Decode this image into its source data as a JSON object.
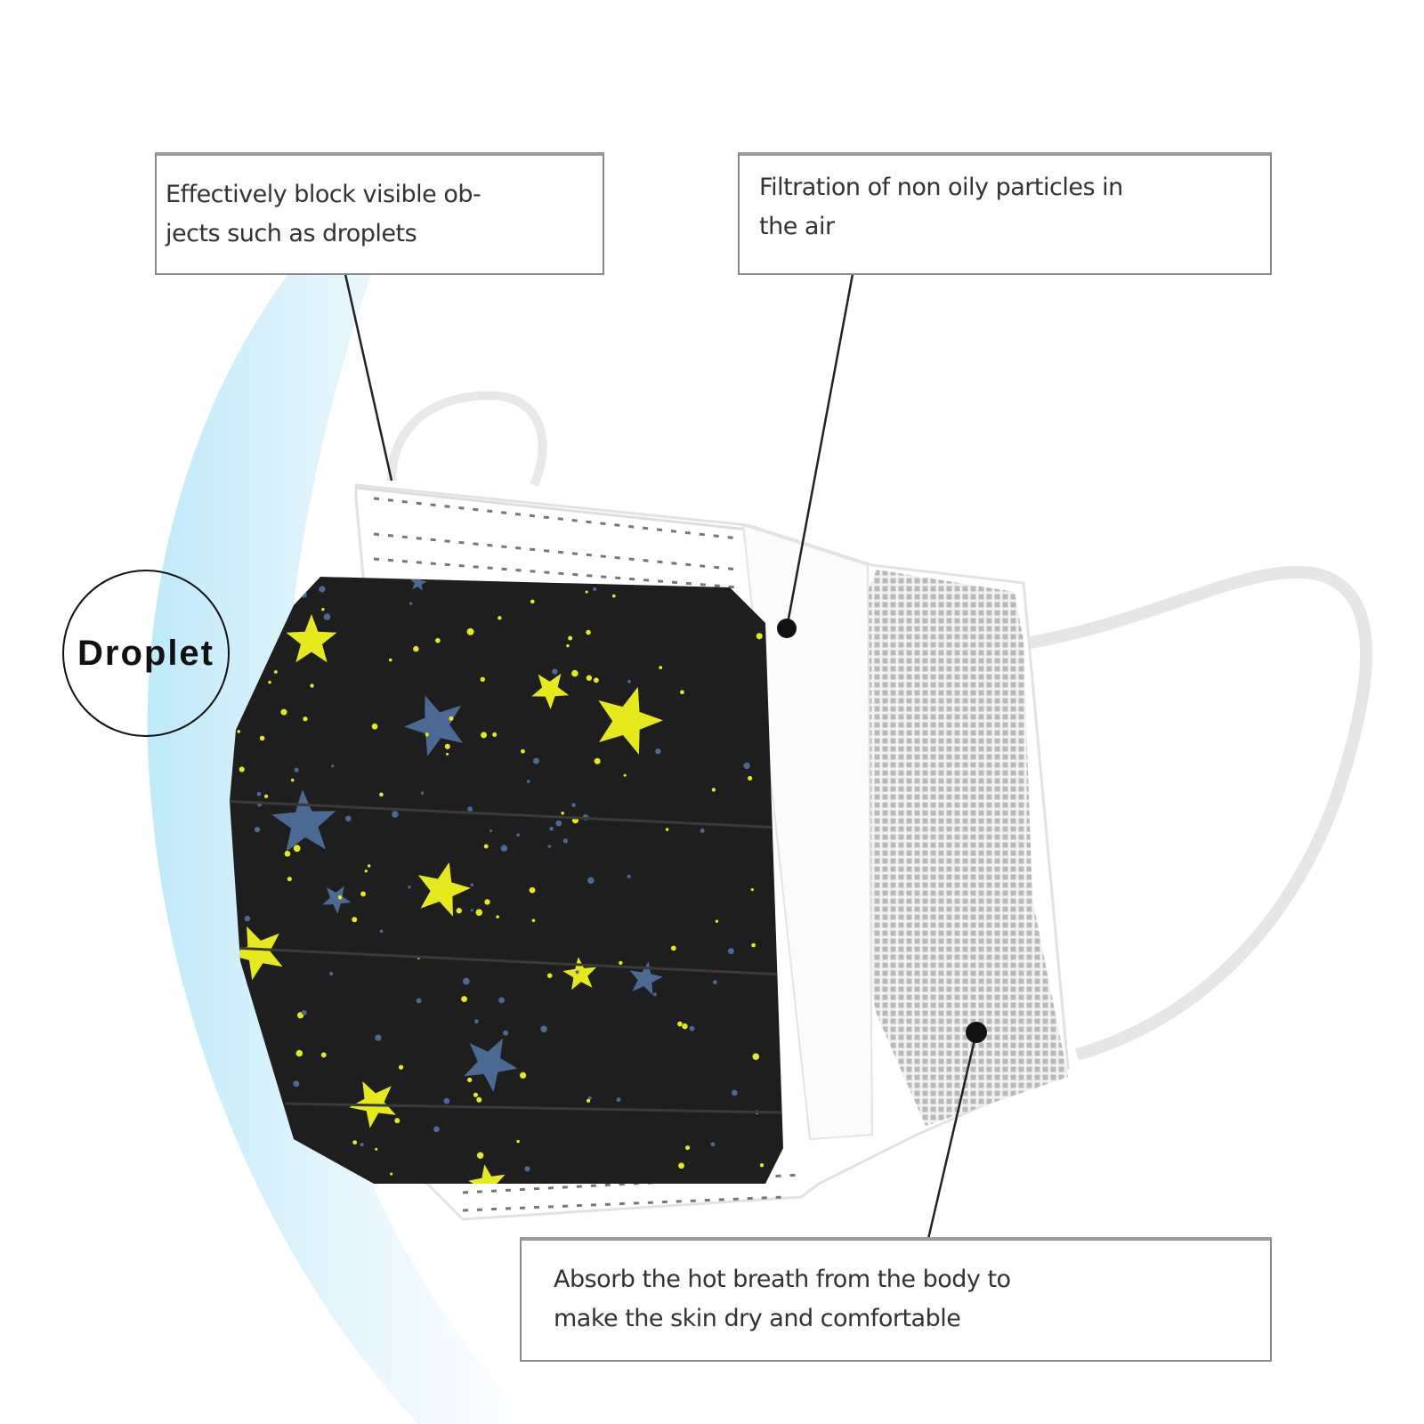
{
  "callouts": {
    "block_droplets": {
      "line1": "Effectively block visible ob-",
      "line2": "jects such as droplets"
    },
    "filtration": {
      "line1": "Filtration of non oily particles in",
      "line2": "the air"
    },
    "absorb": {
      "line1": "Absorb the hot breath from the body to",
      "line2": "make the skin dry and comfortable"
    }
  },
  "droplet_label": "Droplet",
  "colors": {
    "mask_print": "#1e1e1e",
    "star_yellow": "#e6ea1c",
    "star_blue": "#4a6a94",
    "droplet_shield": "#cfeefa",
    "mesh": "#bdbdbd"
  }
}
